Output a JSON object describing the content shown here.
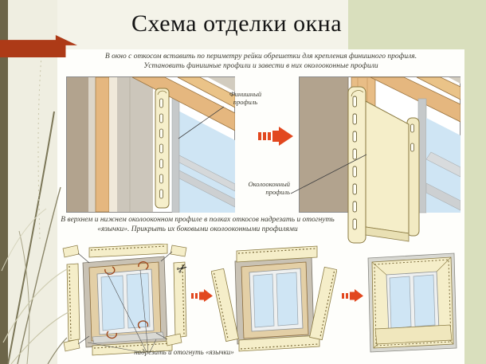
{
  "slide": {
    "title": "Схема отделки окна",
    "instructions": {
      "step1": [
        "В окно с откосом вставить по периметру рейки обрешетки для крепления финишного профиля.",
        "Установить финишные профили и завести в них околооконные профили"
      ],
      "step2": [
        "В верхнем и нижнем околооконном профиле в полках откосов надрезать и отогнуть",
        "«язычки». Прикрыть их боковыми околооконными профилями"
      ]
    },
    "labels": {
      "finish_profile": "Финишный профиль",
      "window_surround_profile": "Околооконный профиль",
      "cut_and_bend": "надрезать и отогнуть «язычки»"
    },
    "icons": {
      "scissors": "✂"
    },
    "colors": {
      "accent_arrow_red": "#e2481f",
      "ribbon_red": "#ad3a17",
      "sage_green_band": "#d9dfbd",
      "olive_stripe": "#6c6549",
      "cream_profile": "#f5eec9",
      "wood_tan": "#e5b77f",
      "glass_blue": "#cfe5f4"
    }
  }
}
